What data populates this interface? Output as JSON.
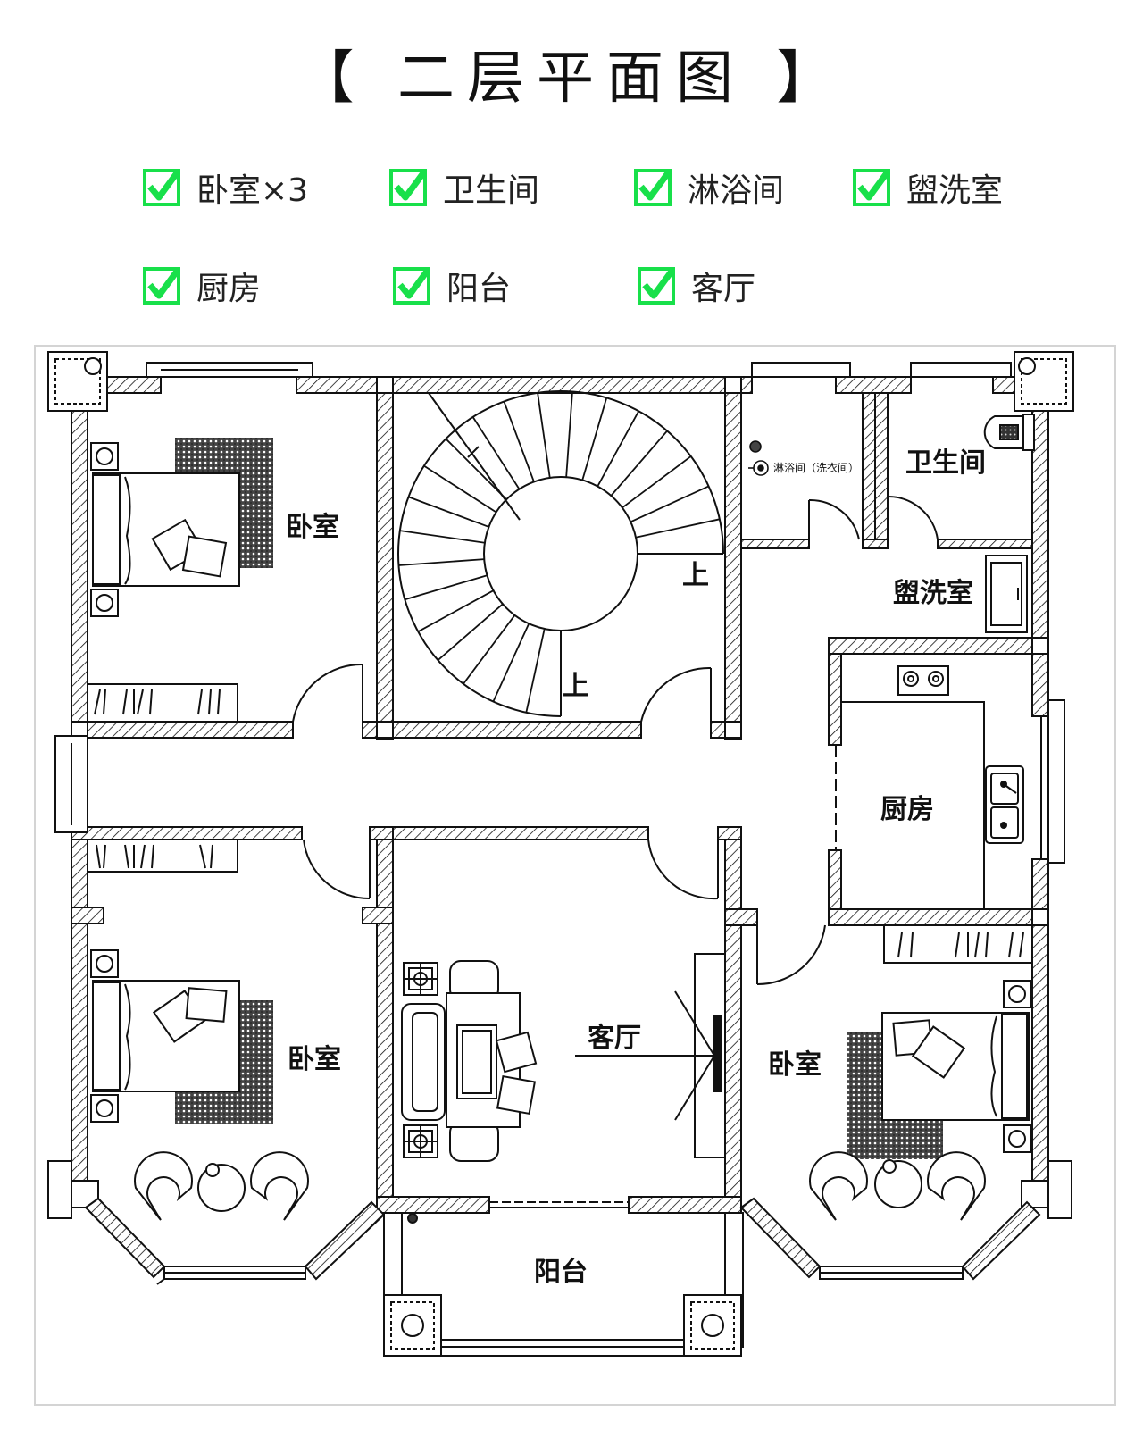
{
  "title": "【 二层平面图 】",
  "features": [
    {
      "label": "卧室×3"
    },
    {
      "label": "卫生间"
    },
    {
      "label": "淋浴间"
    },
    {
      "label": "盥洗室"
    },
    {
      "label": "厨房"
    },
    {
      "label": "阳台"
    },
    {
      "label": "客厅"
    }
  ],
  "check_color": "#18e04a",
  "rooms": {
    "bedroom_nw": "卧室",
    "bedroom_sw": "卧室",
    "bedroom_se": "卧室",
    "bathroom": "卫生间",
    "shower": "淋浴间（洗衣间）",
    "washroom": "盥洗室",
    "kitchen": "厨房",
    "living": "客厅",
    "balcony": "阳台"
  },
  "stairs": {
    "up_label_1": "上",
    "up_label_2": "上"
  }
}
